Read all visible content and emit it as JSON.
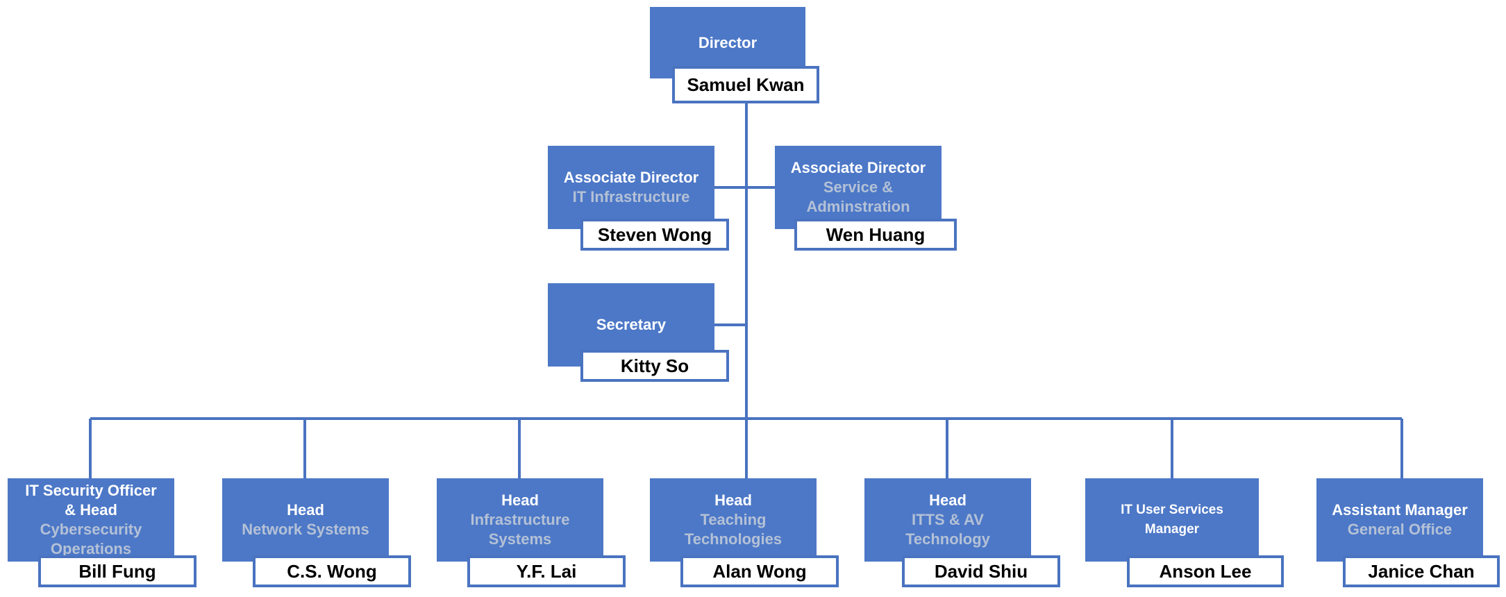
{
  "colors": {
    "box_fill": "#4d78c7",
    "line": "#4a73c0",
    "title_text": "#ffffff",
    "subtitle_text": "#b4c1d6",
    "name_text": "#000000"
  },
  "director": {
    "title": "Director",
    "subtitle": "",
    "name": "Samuel Kwan"
  },
  "assoc_infra": {
    "title": "Associate Director",
    "subtitle": "IT Infrastructure",
    "name": "Steven Wong"
  },
  "assoc_service": {
    "title": "Associate Director",
    "subtitle": "Service &\nAdminstration",
    "name": "Wen Huang"
  },
  "secretary": {
    "title": "Secretary",
    "subtitle": "",
    "name": "Kitty So"
  },
  "security": {
    "title": "IT Security Officer\n& Head",
    "subtitle": "Cybersecurity\nOperations",
    "name": "Bill Fung"
  },
  "network": {
    "title": "Head",
    "subtitle": "Network Systems",
    "name": "C.S. Wong"
  },
  "infra_sys": {
    "title": "Head",
    "subtitle": "Infrastructure\nSystems",
    "name": "Y.F. Lai"
  },
  "teaching": {
    "title": "Head",
    "subtitle": "Teaching\nTechnologies",
    "name": "Alan Wong"
  },
  "itts": {
    "title": "Head",
    "subtitle": "ITTS & AV\nTechnology",
    "name": "David Shiu"
  },
  "user_services": {
    "title": "IT User Services\nManager",
    "subtitle": "",
    "name": "Anson Lee"
  },
  "general_office": {
    "title": "Assistant Manager",
    "subtitle": "General Office",
    "name": "Janice Chan"
  }
}
